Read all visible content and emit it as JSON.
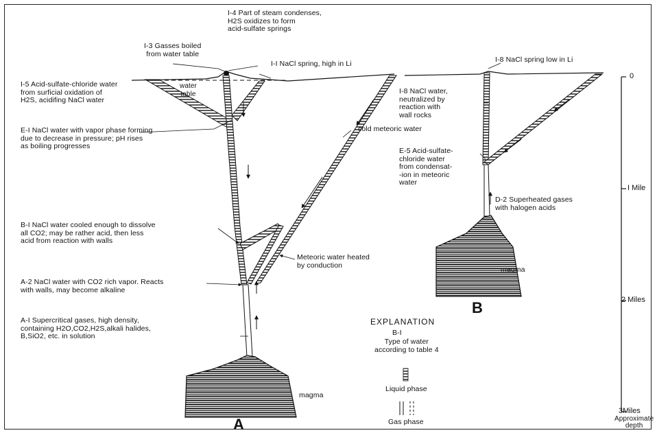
{
  "panel_a": {
    "letter": "A",
    "labels": {
      "i4": "I-4  Part of steam condenses,\nH2S oxidizes to form\nacid-sulfate springs",
      "i3": "I-3 Gasses boiled\nfrom water table",
      "i1": "I-I  NaCl spring, high in Li",
      "i5": "I-5  Acid-sulfate-chloride water\nfrom surficial oxidation of\nH2S, acidifing NaCl water",
      "water_table": "water\ntable",
      "e1": "E-I  NaCl water with vapor phase forming\ndue to decrease  in pressure; pH rises\nas boiling progresses",
      "cold_meteoric": "cold meteoric water",
      "b1": "B-I  NaCl water cooled enough to dissolve\nall CO2; may be rather acid, then less\nacid from reaction with walls",
      "meteoric_heated": "Meteoric water heated\nby conduction",
      "a2": "A-2  NaCl water with CO2 rich vapor. Reacts\nwith walls, may become alkaline",
      "a1": "A-I  Supercritical gases, high density,\ncontaining H2O,CO2,H2S,alkali halides,\nB,SiO2, etc. in solution",
      "magma": "magma"
    }
  },
  "panel_b": {
    "letter": "B",
    "labels": {
      "i8_top": "I-8  NaCl spring low in Li",
      "i8": "I-8  NaCl water,\nneutralized by\nreaction with\nwall rocks",
      "e5": "E-5  Acid-sulfate-\nchloride water\nfrom condensat-\n-ion in meteoric\nwater",
      "d2": "D-2  Superheated gases\nwith halogen acids",
      "magma": "magma"
    }
  },
  "explanation": {
    "title": "EXPLANATION",
    "code": "B-I",
    "code_desc": "Type of water\naccording to table 4",
    "liquid": "Liquid phase",
    "gas": "Gas phase"
  },
  "depth_scale": {
    "ticks": [
      "0",
      "I Mile",
      "2 Miles",
      "3Miles"
    ],
    "caption": "Approximate\ndepth"
  }
}
